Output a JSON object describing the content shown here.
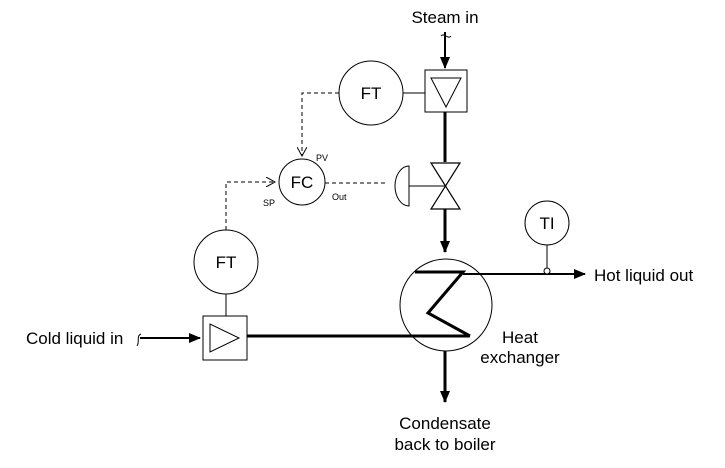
{
  "labels": {
    "steam_in": "Steam in",
    "cold_liquid_in": "Cold liquid in",
    "hot_liquid_out": "Hot liquid out",
    "heat_exchanger_line1": "Heat",
    "heat_exchanger_line2": "exchanger",
    "condensate_line1": "Condensate",
    "condensate_line2": "back to boiler"
  },
  "instruments": {
    "steam_flow_transmitter": "FT",
    "liquid_flow_transmitter": "FT",
    "flow_controller": "FC",
    "temperature_indicator": "TI"
  },
  "controller_ports": {
    "pv": "PV",
    "sp": "SP",
    "out": "Out"
  }
}
